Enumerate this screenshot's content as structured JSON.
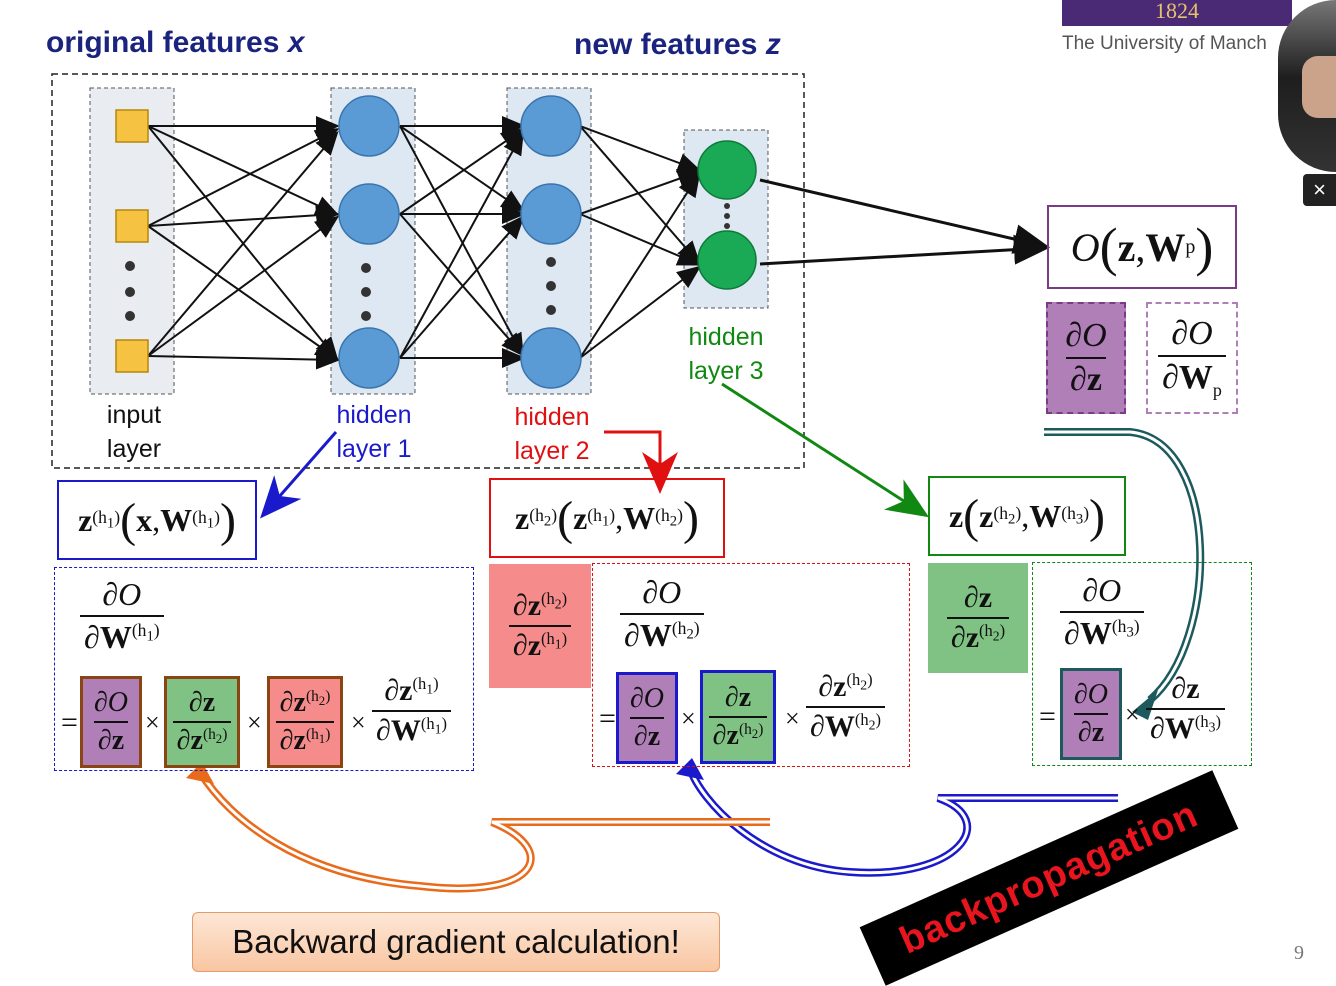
{
  "header": {
    "title_left": "original features",
    "title_left_var": "x",
    "title_right": "new features",
    "title_right_var": "z",
    "logo_year": "1824",
    "logo_text": "The University of Manch",
    "close_glyph": "×"
  },
  "layers": {
    "input": [
      "input",
      "layer"
    ],
    "hidden1": [
      "hidden",
      "layer 1"
    ],
    "hidden2": [
      "hidden",
      "layer 2"
    ],
    "hidden3": [
      "hidden",
      "layer 3"
    ]
  },
  "colors": {
    "input_node": "#f5c242",
    "hidden_node": "#5b9bd5",
    "output_node": "#1aaa55",
    "purple_fill": "#b07fb8",
    "green_fill": "#7fc283",
    "red_fill": "#f58b8b",
    "blue": "#1a1acc",
    "red": "#e01010",
    "green": "#118811",
    "teal": "#1d5a5e",
    "orange": "#ea6a1c"
  },
  "math": {
    "O": "O",
    "z": "z",
    "W": "W",
    "x": "x",
    "p": "p",
    "partial": "∂",
    "times": "×",
    "equals": "=",
    "h1": "h",
    "h1_sub": "1",
    "h2_sub": "2",
    "h3_sub": "3",
    "comma": ","
  },
  "footer": {
    "banner": "Backward gradient calculation!",
    "stamp": "backpropagation",
    "page_number": "9"
  }
}
